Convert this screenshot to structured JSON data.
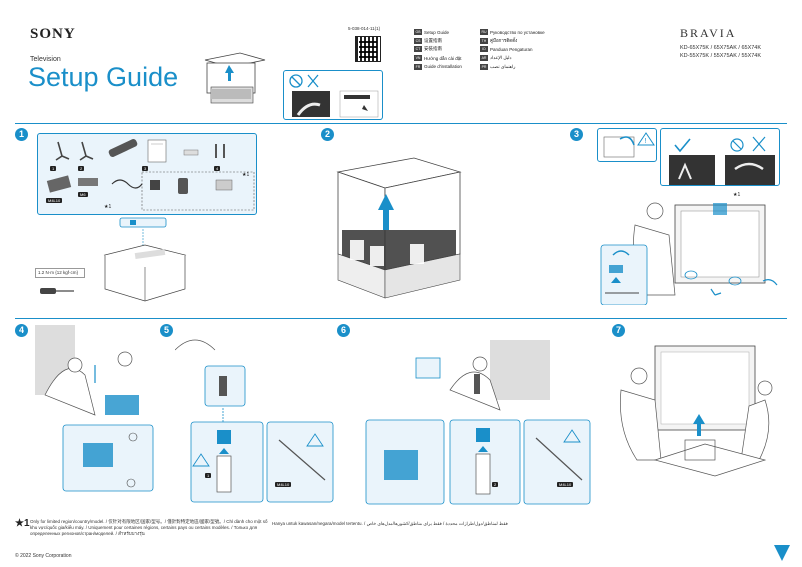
{
  "header": {
    "brand": "SONY",
    "product_type": "Television",
    "title": "Setup Guide",
    "series": "BRAVIA",
    "model_line1": "KD-65X75K / 65X75AK / 65X74K",
    "model_line2": "KD-55X75K / 55X75AK / 55X74K",
    "doc_code": "5-038-014-11(1)"
  },
  "languages": [
    {
      "code": "GB",
      "label": "Setup Guide"
    },
    {
      "code": "CS",
      "label": "设置指南"
    },
    {
      "code": "CT",
      "label": "安裝指南"
    },
    {
      "code": "VN",
      "label": "Hướng dẫn cài đặt"
    },
    {
      "code": "FR",
      "label": "Guide d'installation"
    },
    {
      "code": "RU",
      "label": "Руководство по установке"
    },
    {
      "code": "TH",
      "label": "คู่มือการติดตั้ง"
    },
    {
      "code": "ID",
      "label": "Panduan Pengaturan"
    },
    {
      "code": "AR",
      "label": "دليل الإعداد"
    },
    {
      "code": "PR",
      "label": "راهنمای نصب"
    }
  ],
  "steps": {
    "s1": "1",
    "s2": "2",
    "s3": "3",
    "s4": "4",
    "s5": "5",
    "s6": "6",
    "s7": "7"
  },
  "parts_labels": {
    "part1": "1",
    "part2": "2",
    "part3": "3",
    "part4": "4",
    "m4": "M4L10",
    "m6": "M6"
  },
  "star_mark": "★1",
  "torque": "1.2 N·m {12 kgf·cm}",
  "labels": {
    "m4_tag": "M4L10",
    "stand1": "1",
    "stand2": "2"
  },
  "footer": {
    "star": "★1",
    "note_left": "Only for limited region/country/model. / 仅针对有限地区/国家/型号。/ 僅針對特定地區/國家/型號。/ Chỉ dành cho một số khu vực/quốc gia/kiểu máy. / Uniquement pour certaines régions, certains pays ou certains modèles. / Только для определенных регионов/стран/моделей. / สำหรับบางรุ่น",
    "note_right": "Hanya untuk kawasan/negara/model tertentu. / فقط لمناطق/دول/طرازات محددة / فقط برای مناطق/کشورها/مدل‌های خاص",
    "copyright": "© 2022 Sony Corporation"
  }
}
